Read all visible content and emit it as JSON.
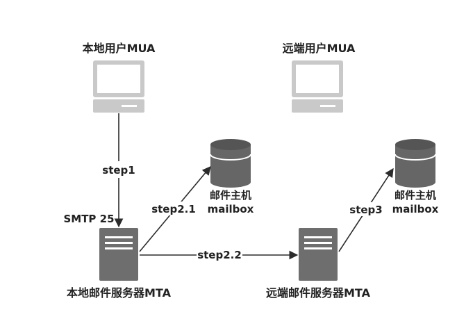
{
  "nodes": {
    "local_user": {
      "label": "本地用户MUA"
    },
    "remote_user": {
      "label": "远端用户MUA"
    },
    "local_mailbox": {
      "label_line1": "邮件主机",
      "label_line2": "mailbox"
    },
    "remote_mailbox": {
      "label_line1": "邮件主机",
      "label_line2": "mailbox"
    },
    "local_server": {
      "label": "本地邮件服务器MTA",
      "port_label": "SMTP 25"
    },
    "remote_server": {
      "label": "远端邮件服务器MTA"
    }
  },
  "edges": {
    "step1": "step1",
    "step2_1": "step2.1",
    "step2_2": "step2.2",
    "step3": "step3"
  },
  "colors": {
    "icon_dark": "#666666",
    "icon_light": "#c9c9c9",
    "line": "#2b2b2b",
    "text": "#222222"
  }
}
